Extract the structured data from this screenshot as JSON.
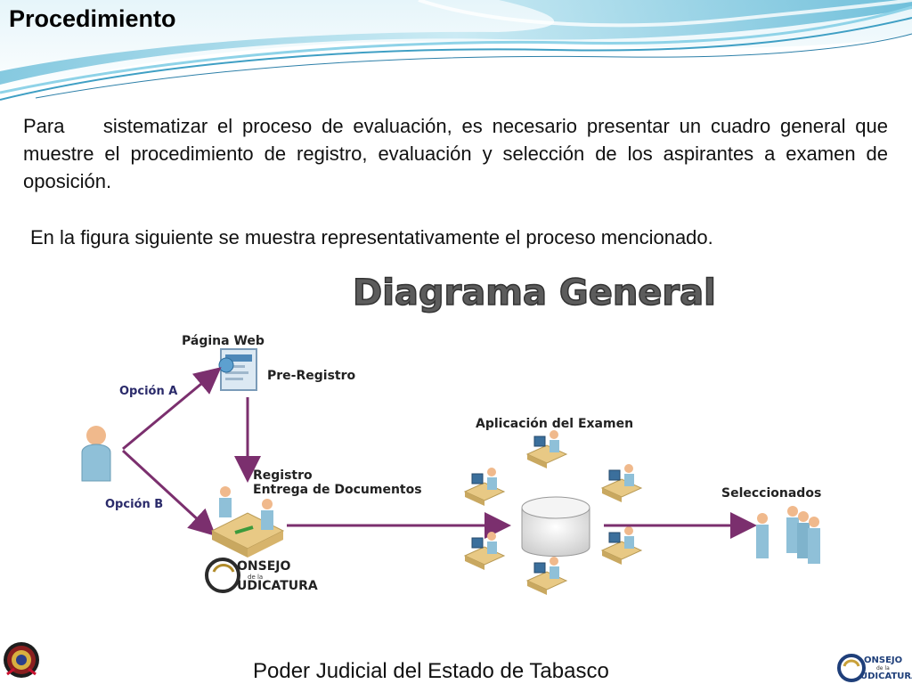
{
  "slide": {
    "title": "Procedimiento",
    "paragraph_1": "Para    sistematizar el proceso de evaluación, es necesario presentar un cuadro general que muestre el procedimiento de registro, evaluación y selección de los aspirantes a examen de oposición.",
    "paragraph_2": "En la figura siguiente se muestra representativamente el proceso mencionado.",
    "footer": "Poder Judicial del Estado de Tabasco"
  },
  "diagram": {
    "title": "Diagrama General",
    "web_page": "Página Web",
    "pre_registro": "Pre-Registro",
    "option_a": "Opción A",
    "option_b": "Opción B",
    "registro_line1": "Registro",
    "registro_line2": "Entrega de Documentos",
    "exam": "Aplicación del Examen",
    "selected": "Seleccionados",
    "logo_line1": "ONSEJO",
    "logo_line2": "de la",
    "logo_line3": "UDICATURA"
  },
  "footer_logo": {
    "line1": "ONSEJO",
    "line2": "de la",
    "line3": "UDICATURA"
  },
  "colors": {
    "wave_light": "#cfeaf3",
    "wave_mid": "#7ccbe0",
    "arrow": "#7b2f6e",
    "person": "#8fc0d8",
    "desk": "#e8c985"
  }
}
